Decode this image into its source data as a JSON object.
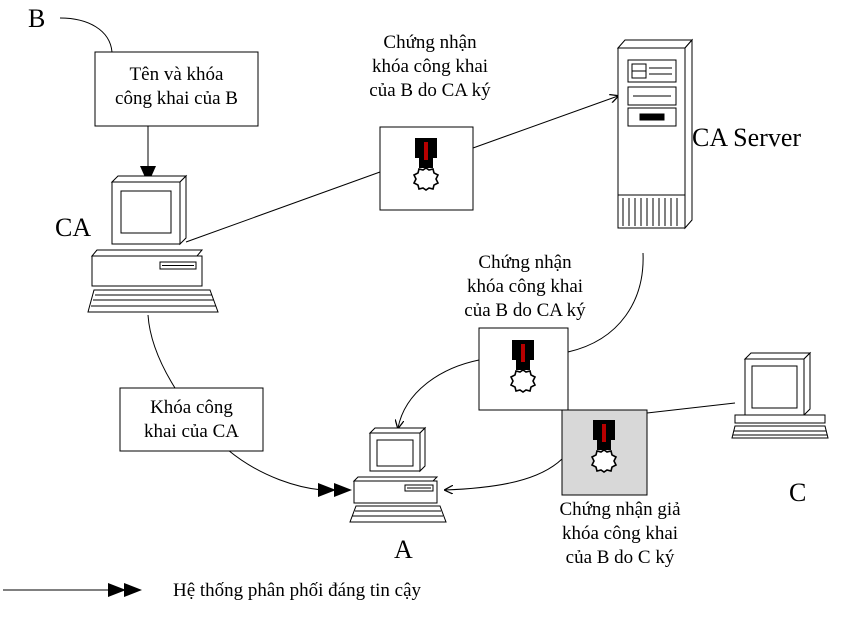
{
  "nodes": {
    "b": "B",
    "ca": "CA",
    "ca_server": "CA Server",
    "a": "A",
    "c": "C"
  },
  "boxes": {
    "b_key": [
      "Tên và khóa",
      "công khai của B"
    ],
    "ca_key": [
      "Khóa công",
      "khai của CA"
    ]
  },
  "certificates": {
    "cert_top": [
      "Chứng nhận",
      "khóa công khai",
      "của B do CA ký"
    ],
    "cert_mid": [
      "Chứng nhận",
      "khóa công khai",
      "của B do CA ký"
    ],
    "cert_fake": [
      "Chứng nhận giả",
      "khóa công khai",
      "của B do C ký"
    ]
  },
  "legend": {
    "text": "Hệ thống phân phối đáng tin cậy"
  },
  "colors": {
    "line": "#000000",
    "fake_cert_fill": "#d8d8d8",
    "medal_red": "#b80000"
  }
}
